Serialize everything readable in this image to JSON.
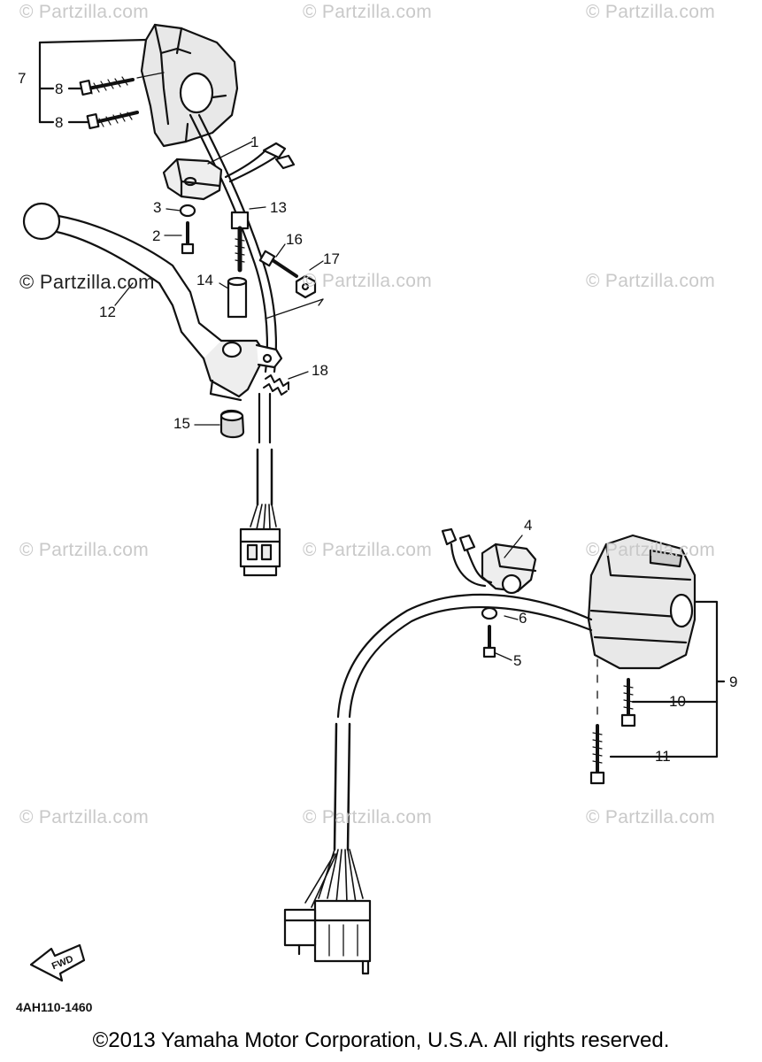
{
  "watermarks": {
    "w1": "© Partzilla.com",
    "w2": "© Partzilla.com",
    "w3": "© Partzilla.com",
    "w4": "© Partzilla.com",
    "w5": "© Partzilla.com",
    "w6": "© Partzilla.com",
    "w7": "© Partzilla.com",
    "w8": "© Partzilla.com",
    "w9": "© Partzilla.com",
    "w10": "© Partzilla.com",
    "w11": "© Partzilla.com",
    "w12": "© Partzilla.com",
    "dark": "© Partzilla.com"
  },
  "callouts": {
    "c1": "1",
    "c2": "2",
    "c3": "3",
    "c4": "4",
    "c5": "5",
    "c6": "6",
    "c7": "7",
    "c8a": "8",
    "c8b": "8",
    "c9": "9",
    "c10": "10",
    "c11": "11",
    "c12": "12",
    "c13": "13",
    "c14": "14",
    "c15": "15",
    "c16": "16",
    "c17": "17",
    "c18": "18"
  },
  "fwd_label": "FWD",
  "diagram_code": "4AH110-1460",
  "copyright": "©2013 Yamaha Motor Corporation, U.S.A. All rights reserved."
}
